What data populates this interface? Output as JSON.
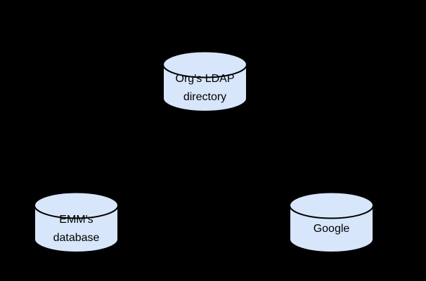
{
  "page": {
    "background_color": "#000000"
  },
  "diagram": {
    "type": "database-topology",
    "node_shape": "cylinder",
    "shape_fill": "#d8e6fb",
    "shape_stroke": "#000000",
    "label_color": "#000000",
    "nodes": [
      {
        "id": "orgs-ldap-directory",
        "label": "Org's LDAP directory",
        "label_lines": [
          "Org's LDAP",
          "directory"
        ],
        "position": "top-center",
        "fill": "#d8e6fb"
      },
      {
        "id": "emms-database",
        "label": "EMM's database",
        "label_lines": [
          "EMM's",
          "database"
        ],
        "position": "bottom-left",
        "fill": "#d8e6fb"
      },
      {
        "id": "google",
        "label": "Google",
        "label_lines": [
          "Google"
        ],
        "position": "bottom-right",
        "fill": "#d8e6fb"
      }
    ]
  }
}
